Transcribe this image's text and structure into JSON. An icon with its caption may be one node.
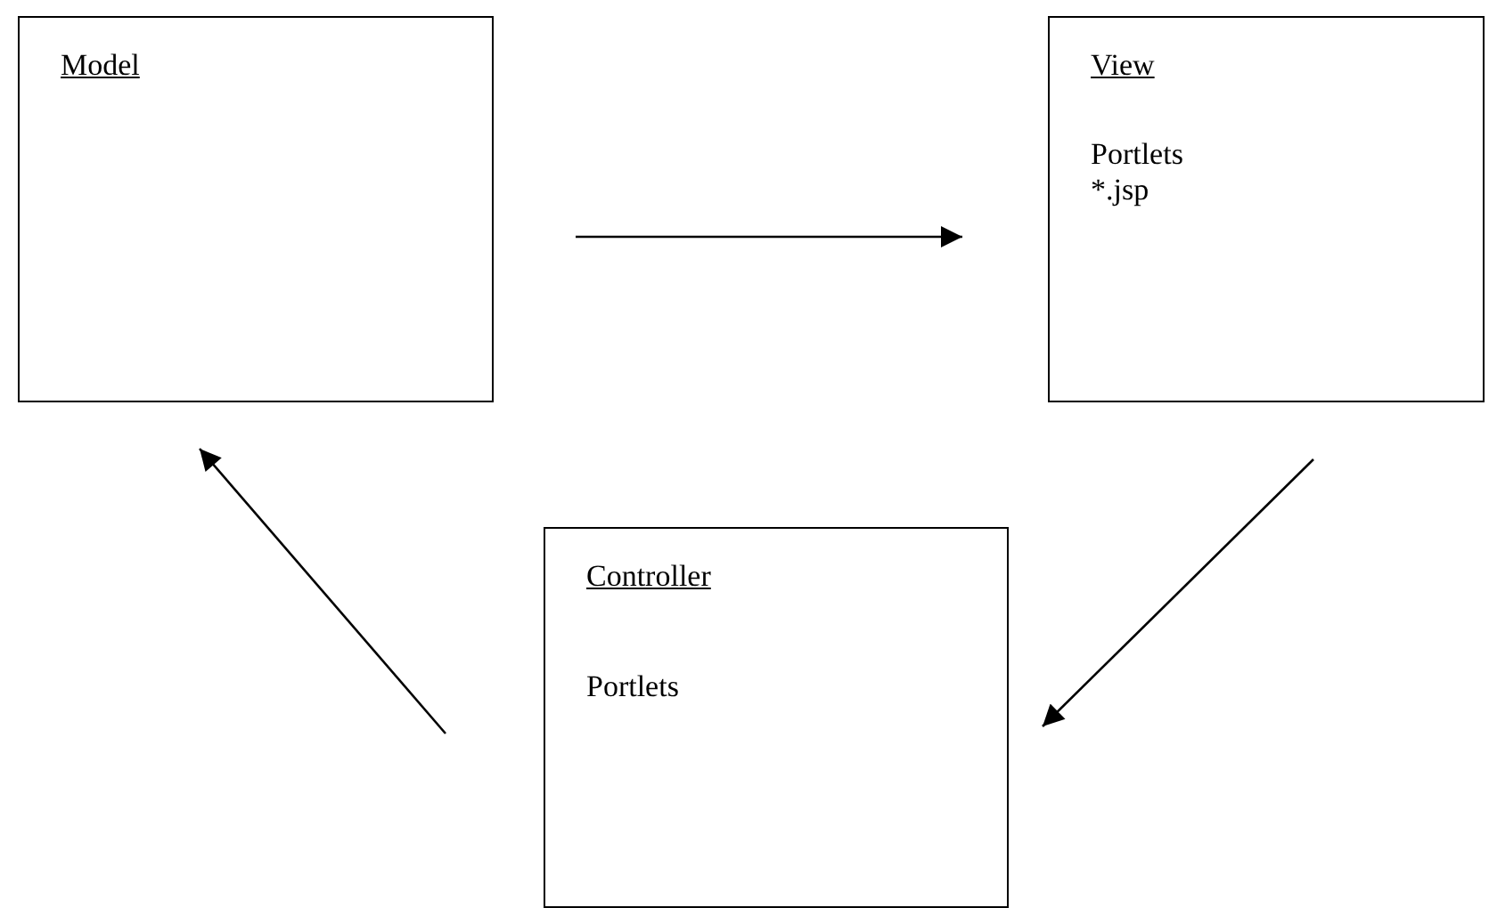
{
  "diagram": {
    "nodes": [
      {
        "text": [
          "Model"
        ]
      },
      {
        "text": [
          "View",
          "Portlets",
          "*.jsp"
        ]
      },
      {
        "text": [
          "Controller",
          "Portlets"
        ]
      }
    ],
    "edges": [
      {
        "from": 0,
        "to": 1,
        "arrow": "to"
      },
      {
        "from": 1,
        "to": 2,
        "arrow": "to"
      },
      {
        "from": 2,
        "to": 0,
        "arrow": "to"
      }
    ]
  }
}
